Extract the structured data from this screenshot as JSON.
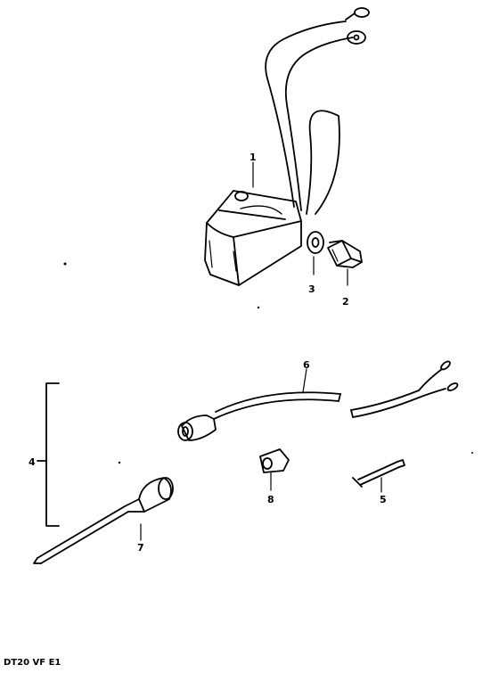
{
  "diagram": {
    "callouts": {
      "p1": "1",
      "p2": "2",
      "p3": "3",
      "p4": "4",
      "p5": "5",
      "p6": "6",
      "p7": "7",
      "p8": "8"
    },
    "model_code": "DT20 VF E1"
  }
}
